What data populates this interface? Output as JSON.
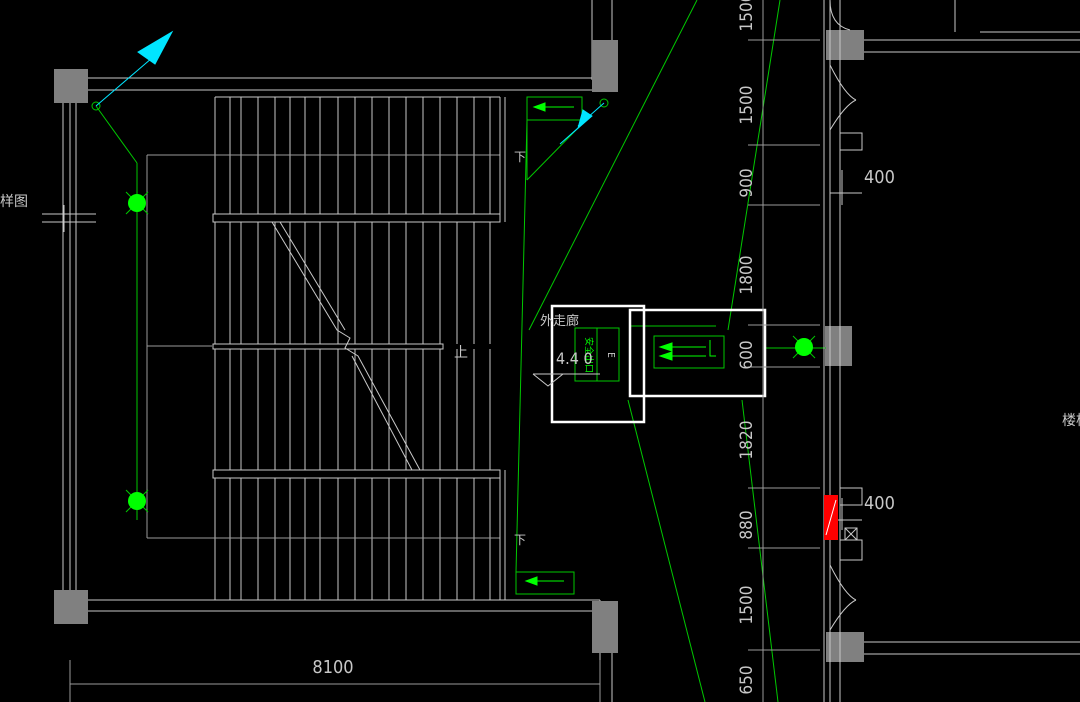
{
  "drawing": {
    "colors": {
      "background": "#000000",
      "line_white": "#c8c8c8",
      "line_gray": "#9a9a9a",
      "line_green": "#00c800",
      "lamp_green": "#00ff00",
      "cyan_arrow": "#00e5ff",
      "column_fill": "#808080",
      "dimension_text": "#c8c8c8",
      "highlight_box": "#ffffff",
      "red_device": "#ff0000"
    },
    "labels": {
      "overall_dimension": "8100",
      "stair_up": "上",
      "stair_down_top": "下",
      "stair_down_bottom": "下",
      "left_cut_label": "样图",
      "corridor_label": "外走廊",
      "elevation": "4.4  0",
      "exit_sign_text": "安全出口",
      "exit_sign_letter": "E",
      "right_room_label": "楼梯",
      "dim_400_top": "400",
      "dim_400_bottom": "400"
    },
    "dimensions_vertical": [
      "1500",
      "1500",
      "900",
      "1800",
      "600",
      "1820",
      "880",
      "1500",
      "650"
    ],
    "icons": {
      "lamp": "emergency-lamp-icon",
      "arrow": "evacuation-direction-icon",
      "camera": "camera-direction-icon",
      "fire_hydrant": "fire-hydrant-icon",
      "column": "structural-column"
    }
  }
}
